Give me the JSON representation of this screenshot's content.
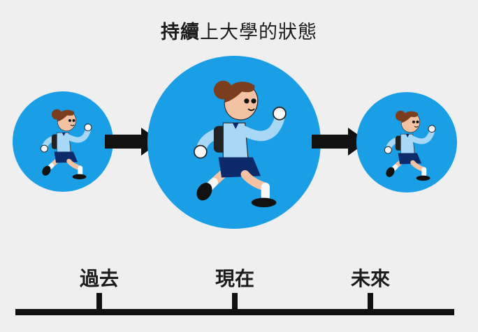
{
  "title": {
    "bold": "持續",
    "rest": "上大學的狀態"
  },
  "timeline": {
    "labels": [
      "過去",
      "現在",
      "未來"
    ]
  },
  "colors": {
    "background": "#efefef",
    "circle": "#1a9fe6",
    "arrow": "#111111",
    "shirt": "#a8d8f5",
    "skirt": "#0d2b6b",
    "hair": "#7a3d1d",
    "skin": "#f2c2a3"
  },
  "icons": [
    "running-student-icon",
    "right-arrow-icon"
  ]
}
